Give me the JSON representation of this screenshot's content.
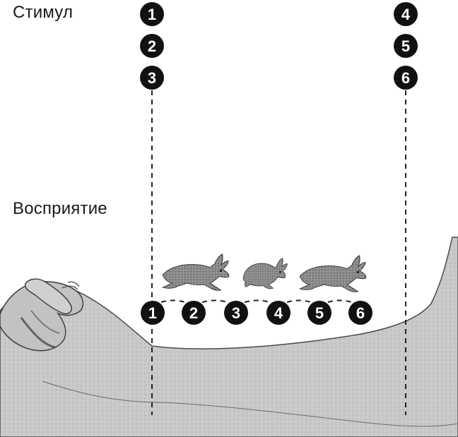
{
  "labels": {
    "stimulus": "Стимул",
    "perception": "Восприятие"
  },
  "stimulus_markers": {
    "left_group": [
      "1",
      "2",
      "3"
    ],
    "right_group": [
      "4",
      "5",
      "6"
    ]
  },
  "perception_markers": [
    "1",
    "2",
    "3",
    "4",
    "5",
    "6"
  ],
  "icons": {
    "rabbit": "rabbit-icon",
    "arm": "arm-illustration"
  },
  "colors": {
    "marker_fill": "#111111",
    "marker_text": "#ffffff",
    "skin": "#cfcfcf",
    "line": "#222222"
  }
}
